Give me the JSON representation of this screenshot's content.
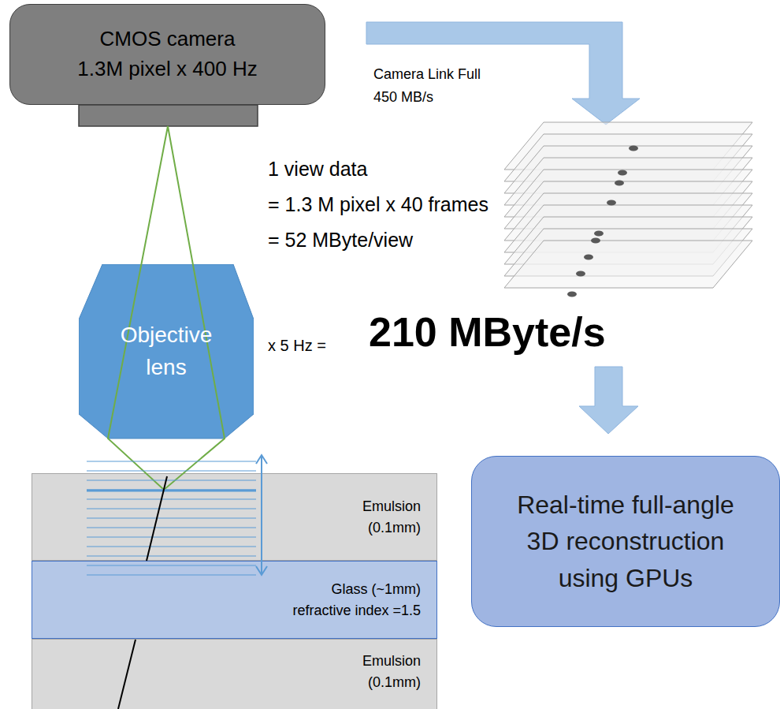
{
  "diagram": {
    "nodes": [
      {
        "text": [
          "CMOS camera 1.3M pixel x 400 Hz"
        ]
      },
      {
        "text": [
          "Objective lens"
        ]
      },
      {
        "text": [
          "Emulsion (0.1mm)"
        ]
      },
      {
        "text": [
          "Glass (~1mm) refractive index =1.5"
        ]
      },
      {
        "text": [
          "Emulsion (0.1mm)"
        ]
      },
      {
        "text": [
          "Real-time full-angle 3D reconstruction using GPUs"
        ]
      }
    ],
    "labels": [
      "Camera Link Full 450 MB/s",
      "1 view data = 1.3 M pixel x 40 frames = 52 MByte/view",
      "x 5 Hz =",
      "210 MByte/s"
    ]
  }
}
